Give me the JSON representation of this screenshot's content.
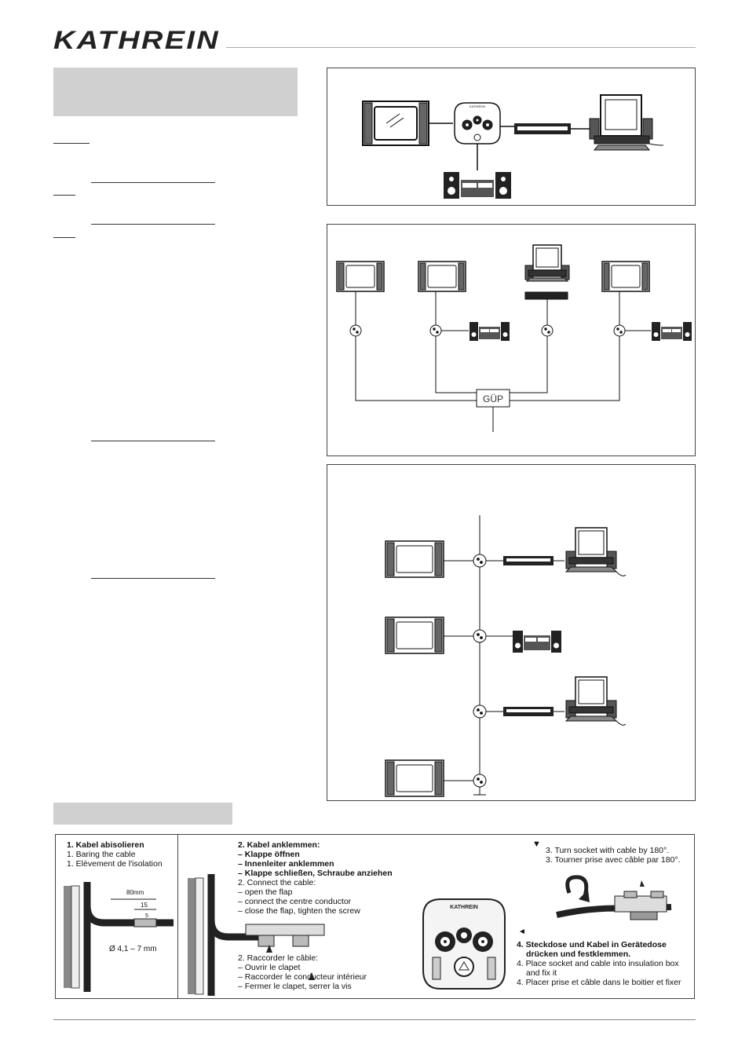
{
  "brand": {
    "logo_text": "KATHREIN"
  },
  "diagram_2": {
    "distributor_label": "GÜP"
  },
  "installation": {
    "step1": {
      "lines": [
        "1. Kabel abisolieren",
        "1. Baring the cable",
        "1. Elèvement de l'isolation"
      ],
      "dim_length": "80mm",
      "dim_inner": "15",
      "dim_small": "5",
      "dim_diameter": "Ø 4,1 – 7 mm"
    },
    "step2": {
      "de": [
        "2. Kabel anklemmen:",
        "– Klappe öffnen",
        "– Innenleiter anklemmen",
        "– Klappe schließen, Schraube anziehen"
      ],
      "en": [
        "2. Connect the cable:",
        "– open the flap",
        "– connect the centre conductor",
        "– close the flap, tighten the screw"
      ],
      "fr": [
        "2. Raccorder le câble:",
        "– Ouvrir le clapet",
        "– Raccorder le conducteur intérieur",
        "– Fermer le clapet, serrer la vis"
      ]
    },
    "step3": {
      "marker": "▼",
      "lines": [
        "3. Turn socket with cable by 180°.",
        "3. Tourner prise avec câble par 180°."
      ]
    },
    "step4": {
      "marker": "◄",
      "de": [
        "4. Steckdose und Kabel in Gerätedose",
        "drücken und festklemmen."
      ],
      "en": [
        "4. Place socket and cable into insulation box",
        "and fix it"
      ],
      "fr": [
        "4. Placer prise et câble dans le boitier et fixer"
      ]
    },
    "socket_brand": "KATHREIN"
  }
}
